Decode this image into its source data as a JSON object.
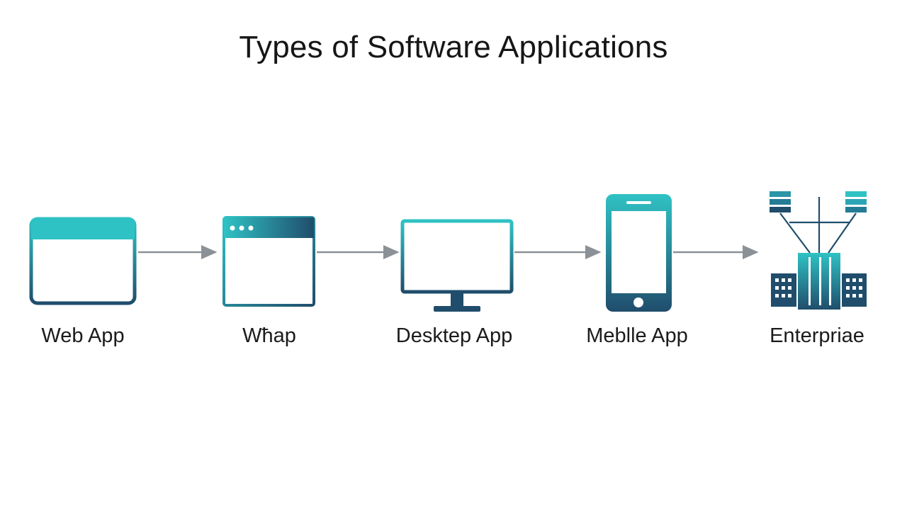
{
  "title": "Types of Software Applications",
  "colors": {
    "teal": "#2fc2c4",
    "navy": "#204d6c",
    "arrow": "#8a9197",
    "text": "#1b1b1b"
  },
  "steps": [
    {
      "label": "Web App",
      "icon": "browser-window-icon"
    },
    {
      "label": "Wħap",
      "icon": "app-window-icon"
    },
    {
      "label": "Desktep App",
      "icon": "desktop-monitor-icon"
    },
    {
      "label": "Meblle App",
      "icon": "mobile-phone-icon"
    },
    {
      "label": "Enterpriae",
      "icon": "enterprise-network-icon"
    }
  ]
}
